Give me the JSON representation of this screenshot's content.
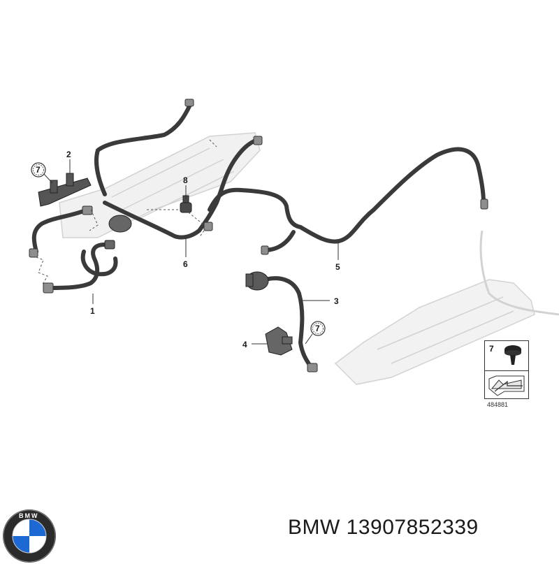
{
  "callouts": {
    "c1": "1",
    "c2": "2",
    "c3": "3",
    "c4": "4",
    "c5": "5",
    "c6": "6",
    "c8": "8",
    "c7a": "7",
    "c7b": "7"
  },
  "legend": {
    "number": "7",
    "diagram_id": "484881"
  },
  "caption": {
    "brand": "BMW",
    "part_number": "13907852339"
  },
  "logo": {
    "letters": "BMW"
  },
  "colors": {
    "hose": "#3a3a3a",
    "ghost": "#d9d9d9",
    "logo_blue": "#1c69d4"
  }
}
